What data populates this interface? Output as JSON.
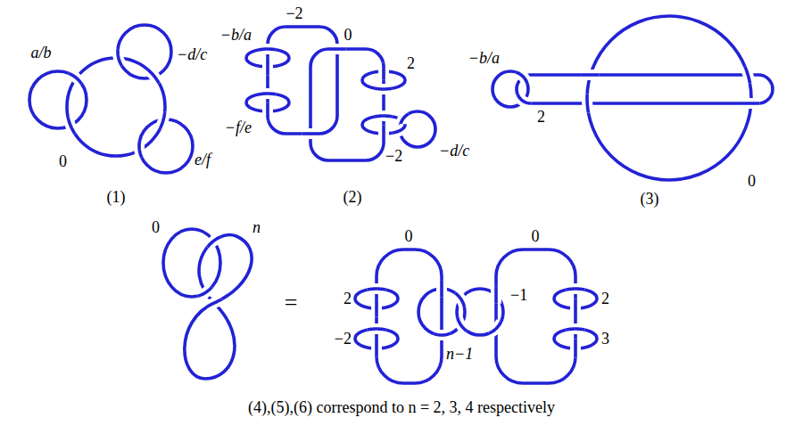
{
  "diagram": {
    "caption": "(4),(5),(6) correspond to n = 2, 3, 4 respectively",
    "labels": [
      "a/b",
      "−d/c",
      "0",
      "e/f",
      "(1)",
      "−2",
      "0",
      "−b/a",
      "2",
      "−f/e",
      "−2",
      "−d/c",
      "(2)",
      "−b/a",
      "2",
      "0",
      "(3)",
      "0",
      "n",
      "=",
      "0",
      "0",
      "2",
      "−1",
      "2",
      "−2",
      "n−1",
      "3"
    ]
  }
}
